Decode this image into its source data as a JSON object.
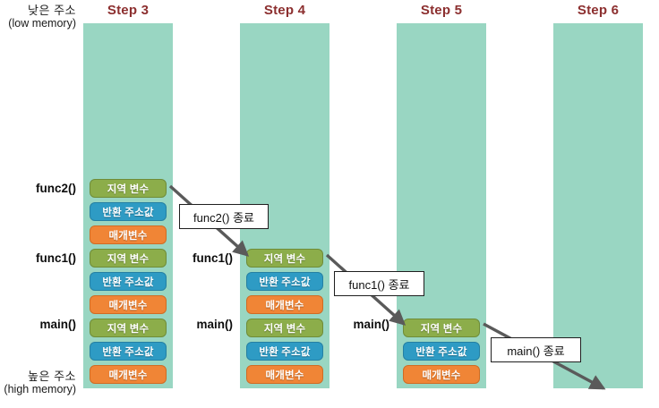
{
  "memory_labels": {
    "low": {
      "ko": "낮은 주소",
      "en": "(low memory)"
    },
    "high": {
      "ko": "높은 주소",
      "en": "(high memory)"
    }
  },
  "cell_types": {
    "local": "지역 변수",
    "return_address": "반환 주소값",
    "parameter": "매개변수"
  },
  "colors": {
    "column_background": "#99d6c2",
    "local": "#8cad4a",
    "return_address": "#2e9bc4",
    "parameter": "#f08536",
    "step_title": "#8c2f2f",
    "arrow": "#5a5a5a",
    "page_background": "#ffffff"
  },
  "steps": [
    {
      "title": "Step 3",
      "frames": [
        {
          "fn": "func2()",
          "cells": [
            "지역 변수",
            "반환 주소값",
            "매개변수"
          ]
        },
        {
          "fn": "func1()",
          "cells": [
            "지역 변수",
            "반환 주소값",
            "매개변수"
          ]
        },
        {
          "fn": "main()",
          "cells": [
            "지역 변수",
            "반환 주소값",
            "매개변수"
          ]
        }
      ]
    },
    {
      "title": "Step 4",
      "frames": [
        {
          "fn": "func1()",
          "cells": [
            "지역 변수",
            "반환 주소값",
            "매개변수"
          ]
        },
        {
          "fn": "main()",
          "cells": [
            "지역 변수",
            "반환 주소값",
            "매개변수"
          ]
        }
      ]
    },
    {
      "title": "Step 5",
      "frames": [
        {
          "fn": "main()",
          "cells": [
            "지역 변수",
            "반환 주소값",
            "매개변수"
          ]
        }
      ]
    },
    {
      "title": "Step 6",
      "frames": []
    }
  ],
  "callouts": [
    {
      "label": "func2() 종료"
    },
    {
      "label": "func1() 종료"
    },
    {
      "label": "main() 종료"
    }
  ]
}
